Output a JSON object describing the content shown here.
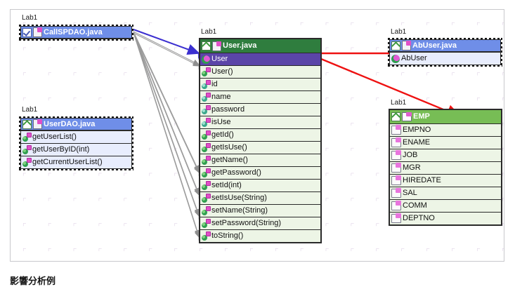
{
  "caption": "影響分析例",
  "canvas": {
    "grid_spacing": 36,
    "grid_color": "#d9c8e0",
    "border_color": "#c8c8cc",
    "background": "#ffffff"
  },
  "colors": {
    "header_blue": "#6f8ee8",
    "header_green": "#2f7d3e",
    "header_light_green": "#77bd55",
    "row_blue": "#e8edfd",
    "row_green": "#edf5e6",
    "row_selected_purple": "#5b45a8",
    "edge_blue": "#3b2fd0",
    "edge_gray": "#8f8f8f",
    "edge_red": "#ee1111"
  },
  "nodes": {
    "callspdao": {
      "package_label": "Lab1",
      "title": "CallSPDAO.java",
      "header_icons": [
        "checkbox-icon",
        "java-file-icon"
      ],
      "selected": true,
      "rows": []
    },
    "userdao": {
      "package_label": "Lab1",
      "title": "UserDAO.java",
      "header_icons": [
        "collapse-icon",
        "java-file-icon"
      ],
      "selected": true,
      "rows": [
        {
          "label": "getUserList()",
          "icon": "method-icon"
        },
        {
          "label": "getUserByID(int)",
          "icon": "method-icon"
        },
        {
          "label": "getCurrentUserList()",
          "icon": "method-icon"
        }
      ]
    },
    "user": {
      "package_label": "Lab1",
      "title": "User.java",
      "header_icons": [
        "collapse-icon",
        "java-file-icon"
      ],
      "selected": false,
      "rows": [
        {
          "label": "User",
          "icon": "class-icon",
          "state": "selected"
        },
        {
          "label": "User()",
          "icon": "method-icon"
        },
        {
          "label": "id",
          "icon": "field-icon"
        },
        {
          "label": "name",
          "icon": "field-icon"
        },
        {
          "label": "password",
          "icon": "field-icon"
        },
        {
          "label": "isUse",
          "icon": "field-icon"
        },
        {
          "label": "getId()",
          "icon": "method-icon"
        },
        {
          "label": "getIsUse()",
          "icon": "method-icon"
        },
        {
          "label": "getName()",
          "icon": "method-icon"
        },
        {
          "label": "getPassword()",
          "icon": "method-icon"
        },
        {
          "label": "setId(int)",
          "icon": "method-icon"
        },
        {
          "label": "setIsUse(String)",
          "icon": "method-icon"
        },
        {
          "label": "setName(String)",
          "icon": "method-icon"
        },
        {
          "label": "setPassword(String)",
          "icon": "method-icon"
        },
        {
          "label": "toString()",
          "icon": "method-icon"
        }
      ]
    },
    "abuser": {
      "package_label": "Lab1",
      "title": "AbUser.java",
      "header_icons": [
        "collapse-icon",
        "java-file-icon"
      ],
      "selected": true,
      "rows": [
        {
          "label": "AbUser",
          "icon": "class-icon"
        }
      ]
    },
    "emp": {
      "package_label": "Lab1",
      "title": "EMP",
      "header_icons": [
        "collapse-icon",
        "table-icon"
      ],
      "selected": false,
      "rows": [
        {
          "label": "EMPNO",
          "icon": "column-icon"
        },
        {
          "label": "ENAME",
          "icon": "column-icon"
        },
        {
          "label": "JOB",
          "icon": "column-icon"
        },
        {
          "label": "MGR",
          "icon": "column-icon"
        },
        {
          "label": "HIREDATE",
          "icon": "column-icon"
        },
        {
          "label": "SAL",
          "icon": "column-icon"
        },
        {
          "label": "COMM",
          "icon": "column-icon"
        },
        {
          "label": "DEPTNO",
          "icon": "column-icon"
        }
      ]
    }
  }
}
